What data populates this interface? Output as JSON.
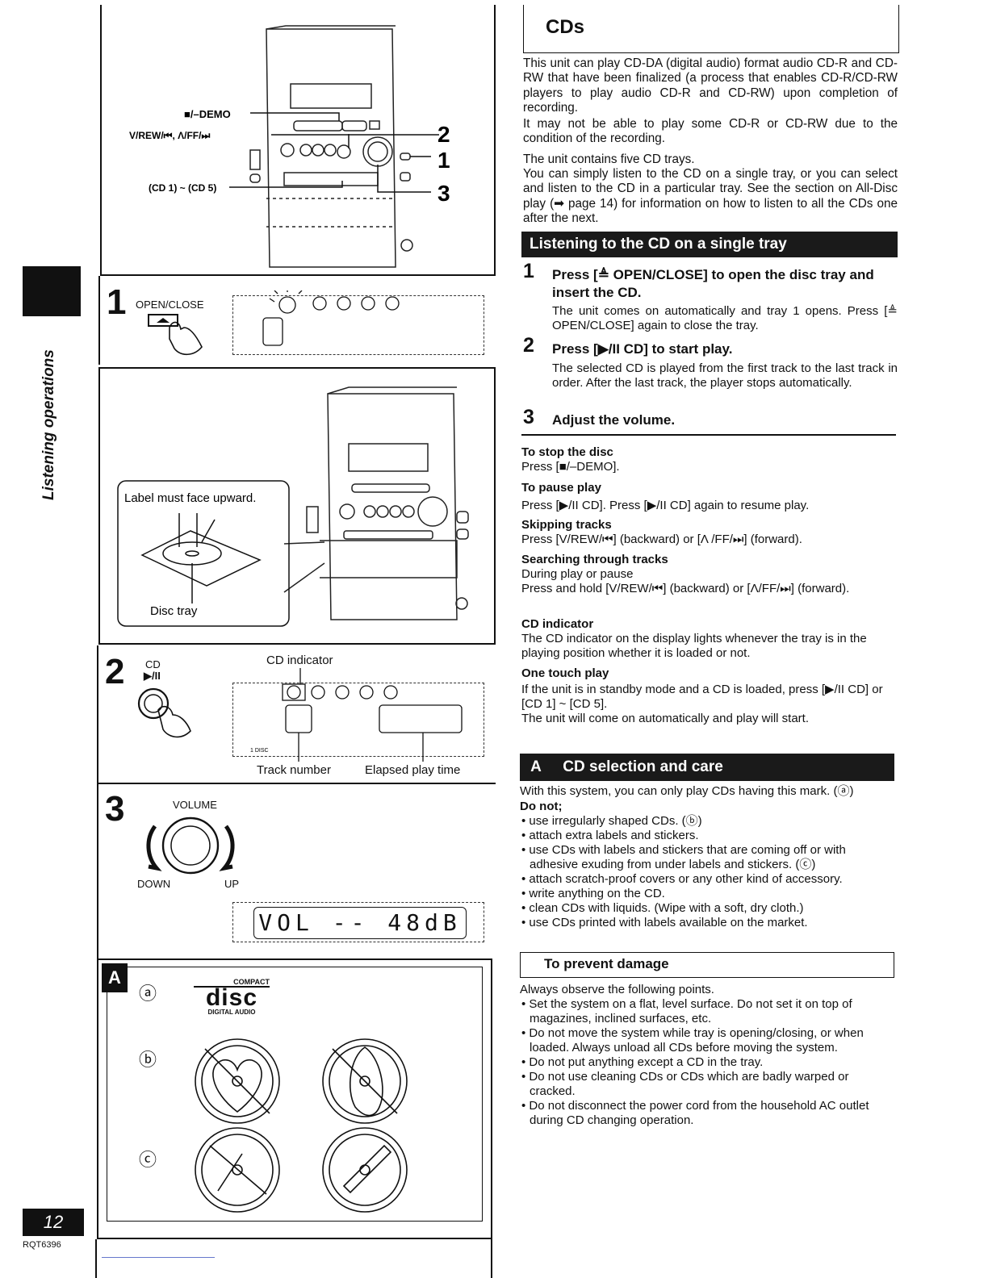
{
  "margin": {
    "section_label": "Listening operations",
    "page_number": "12",
    "model_code": "RQT6396"
  },
  "figure_top": {
    "stop_demo_label": "■/–DEMO",
    "skip_label": "V/REW/⏮, Λ/FF/⏭",
    "cd_buttons_label": "(CD 1) ~ (CD 5)",
    "callouts": [
      "2",
      "1",
      "3"
    ]
  },
  "step1_fig": {
    "number": "1",
    "button_label": "OPEN/CLOSE"
  },
  "tray_fig": {
    "label_note": "Label must face upward.",
    "tray_label": "Disc tray"
  },
  "step2_fig": {
    "number": "2",
    "button_label": "CD",
    "button_symbol": "▶/II",
    "indicator_label": "CD indicator",
    "disc_label": "1 DISC",
    "track_label": "Track number",
    "time_label": "Elapsed play time"
  },
  "step3_fig": {
    "number": "3",
    "knob_label": "VOLUME",
    "down_label": "DOWN",
    "up_label": "UP",
    "display_text": "VOL -- 48dB"
  },
  "disc_fig": {
    "section_letter": "A",
    "mark_a": "ⓐ",
    "mark_b": "ⓑ",
    "mark_c": "ⓒ",
    "logo_top": "COMPACT",
    "logo_mid": "disc",
    "logo_bottom": "DIGITAL AUDIO"
  },
  "cds": {
    "title": "CDs",
    "para1": "This unit can play CD-DA (digital audio) format audio CD-R and CD-RW that have been finalized (a process that enables CD-R/CD-RW players to play audio CD-R and CD-RW) upon completion of recording.",
    "para2": "It may not be able to play some CD-R or CD-RW due to the condition of the recording.",
    "para3": "The unit contains five CD trays.",
    "para4": "You can simply listen to the CD on a single tray, or you can select and listen to the CD in a particular tray. See the section on All-Disc play (➡ page 14) for information on how to listen to all the CDs one after the next."
  },
  "listening": {
    "banner": "Listening to the CD on a single tray",
    "steps": [
      {
        "n": "1",
        "title": "Press [≜ OPEN/CLOSE] to open the disc tray and insert the CD.",
        "body": "The unit comes on automatically and tray 1 opens. Press [≜ OPEN/CLOSE] again to close the tray."
      },
      {
        "n": "2",
        "title": "Press [▶/II CD] to start play.",
        "body": "The selected CD is played from the first track to the last track in order. After the last track, the player stops automatically."
      },
      {
        "n": "3",
        "title": "Adjust the volume.",
        "body": ""
      }
    ]
  },
  "tips": [
    {
      "head": "To stop the disc",
      "body": "Press [■/–DEMO]."
    },
    {
      "head": "To pause play",
      "body": "Press [▶/II CD]. Press [▶/II CD] again to resume play."
    },
    {
      "head": "Skipping tracks",
      "body": "Press [V/REW/⏮] (backward) or [Λ /FF/⏭] (forward)."
    },
    {
      "head": "Searching through tracks",
      "body": "During play or pause\nPress and hold [V/REW/⏮] (backward) or [Λ/FF/⏭] (forward)."
    },
    {
      "head": "CD indicator",
      "body": "The CD indicator on the display lights whenever the tray is in the playing position whether it is loaded or not."
    },
    {
      "head": "One touch play",
      "body": "If the unit is in standby mode and a CD is loaded, press [▶/II CD] or [CD 1] ~ [CD 5].\nThe unit will come on automatically and play will start."
    }
  ],
  "selection": {
    "banner_letter": "A",
    "banner": "CD selection and care",
    "intro": "With this system, you can only play CDs having this mark. (ⓐ)",
    "do_not": "Do not;",
    "items": [
      "• use irregularly shaped CDs. (ⓑ)",
      "• attach extra labels and stickers.",
      "• use CDs with labels and stickers that are coming off or with adhesive exuding from under labels and stickers. (ⓒ)",
      "• attach scratch-proof covers or any other kind of accessory.",
      "• write anything on the CD.",
      "• clean CDs with liquids. (Wipe with a soft, dry cloth.)",
      "• use CDs printed with labels available on the market."
    ]
  },
  "damage": {
    "title": "To prevent damage",
    "intro": "Always observe the following points.",
    "items": [
      "• Set the system on a flat, level surface. Do not set it on top of magazines, inclined surfaces, etc.",
      "• Do not move the system while tray is opening/closing, or when loaded. Always unload all CDs before moving the system.",
      "• Do not put anything except a CD in the tray.",
      "• Do not use cleaning CDs or CDs which are badly warped or cracked.",
      "• Do not disconnect the power cord from the household AC outlet during CD changing operation."
    ]
  }
}
